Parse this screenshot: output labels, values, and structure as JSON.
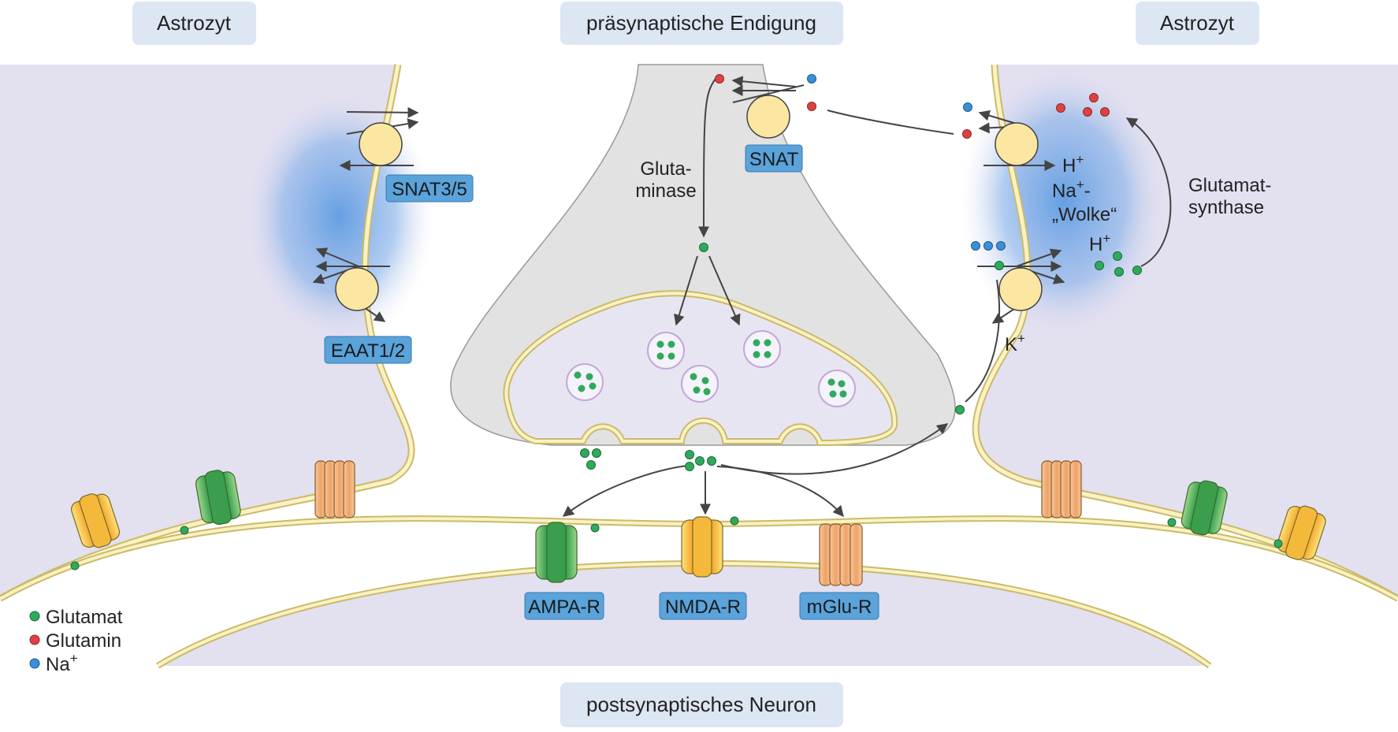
{
  "regions": {
    "astro_left": "Astrozyt",
    "presynaptic": "präsynaptische Endigung",
    "astro_right": "Astrozyt",
    "postsynaptic": "postsynaptisches Neuron"
  },
  "transporters": {
    "snat35": "SNAT3/5",
    "eaat12": "EAAT1/2",
    "snat": "SNAT"
  },
  "receptors": {
    "ampa": "AMPA-R",
    "nmda": "NMDA-R",
    "mglu": "mGlu-R"
  },
  "annotations": {
    "glutaminase_1": "Gluta-",
    "glutaminase_2": "minase",
    "glutamate_synthase_1": "Glutamat-",
    "glutamate_synthase_2": "synthase",
    "h_plus_upper": "H",
    "na_cloud_1": "Na",
    "na_cloud_suffix": "-",
    "na_cloud_2": "„Wolke“",
    "h_plus_lower": "H",
    "k_plus": "K",
    "plus": "+"
  },
  "legend": [
    {
      "label": "Glutamat",
      "color": "#2faa5c"
    },
    {
      "label": "Glutamin",
      "color": "#e04040"
    },
    {
      "label": "Na",
      "sup": "+",
      "color": "#3a8fd8"
    }
  ],
  "colors": {
    "glutamate": "#2faa5c",
    "glutamine": "#e04040",
    "sodium": "#3a8fd8",
    "astrocyte_fill": "#e3e0f0",
    "presynaptic_fill": "#e2e2e2",
    "membrane": "#f3e6a8",
    "label_box": "#dde6f3",
    "tag_box": "#5aa3db",
    "transporter": "#fbe7a2"
  }
}
